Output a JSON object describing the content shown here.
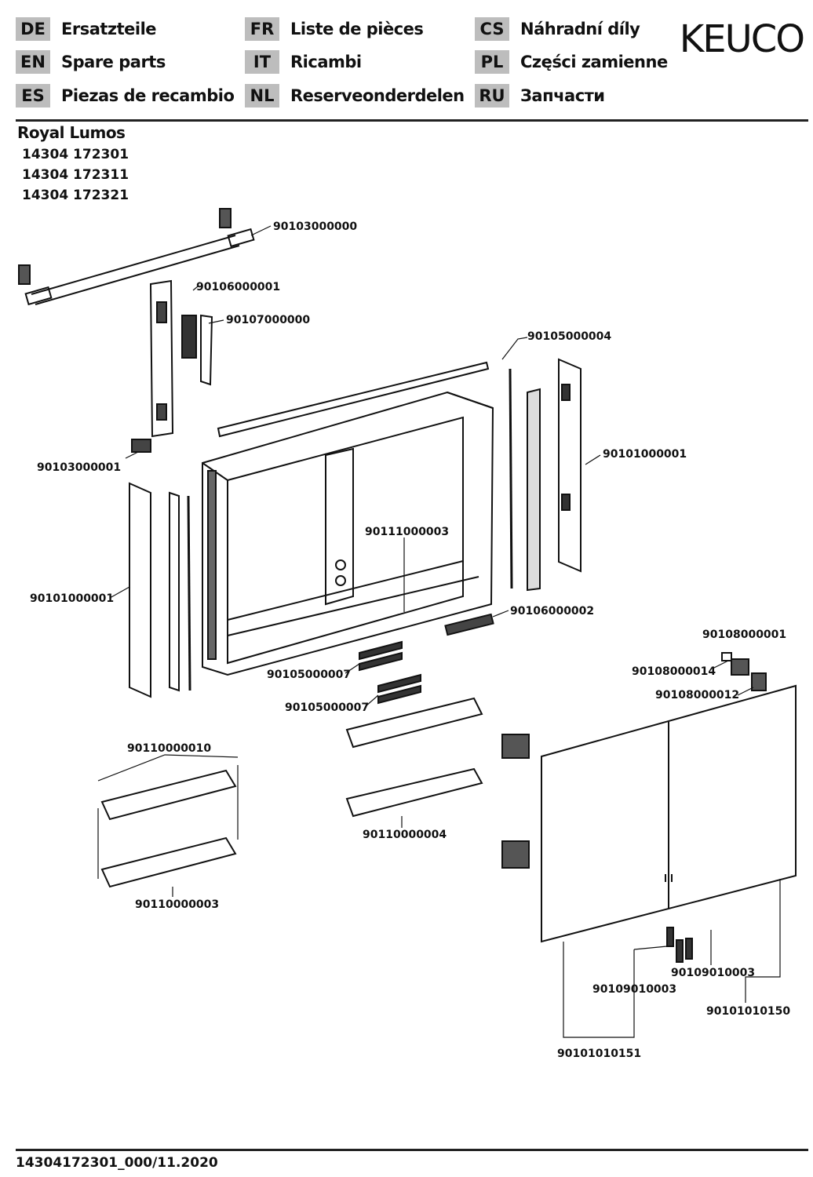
{
  "brand": "KEUCO",
  "languages": [
    {
      "code": "DE",
      "label": "Ersatzteile"
    },
    {
      "code": "EN",
      "label": "Spare parts"
    },
    {
      "code": "ES",
      "label": "Piezas de recambio"
    },
    {
      "code": "FR",
      "label": "Liste de pièces"
    },
    {
      "code": "IT",
      "label": "Ricambi"
    },
    {
      "code": "NL",
      "label": "Reserveonderdelen"
    },
    {
      "code": "CS",
      "label": "Náhradní díly"
    },
    {
      "code": "PL",
      "label": "Części zamienne"
    },
    {
      "code": "RU",
      "label": "Запчасти"
    }
  ],
  "product": {
    "name": "Royal Lumos",
    "skus": [
      "14304 172301",
      "14304 172311",
      "14304 172321"
    ]
  },
  "parts": {
    "rail_top": "90103000000",
    "rail_side": "90103000001",
    "control_box": "90106000001",
    "cover_profile": "90107000000",
    "led_profile": "90105000004",
    "side_panel_right": "90101000001",
    "side_panel_left": "90101000001",
    "cabinet_body": "90111000003",
    "socket_strip": "90106000002",
    "clip_upper": "90105000007",
    "clip_lower": "90105000007",
    "hinge_cover": "90108000001",
    "hinge_plate": "90108000014",
    "hinge_clip": "90108000012",
    "shelf_set_a": "90110000010",
    "shelf_set_b": "90110000004",
    "shelf_glass": "90110000003",
    "handle_left": "90109010003",
    "handle_right": "90109010003",
    "door_right": "90101010150",
    "door_left": "90101010151"
  },
  "footer": "14304172301_000/11.2020"
}
